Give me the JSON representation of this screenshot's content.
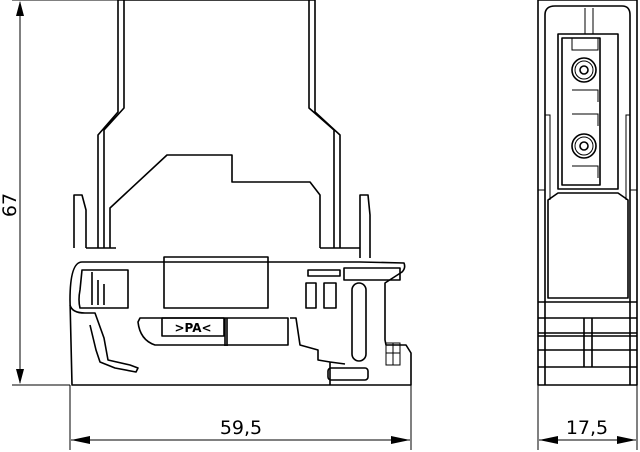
{
  "drawing": {
    "front_view_marking": ">PA<",
    "dimensions": {
      "height": "67",
      "width": "59,5",
      "depth": "17,5"
    },
    "line_color": "#000000",
    "background": "#ffffff"
  }
}
